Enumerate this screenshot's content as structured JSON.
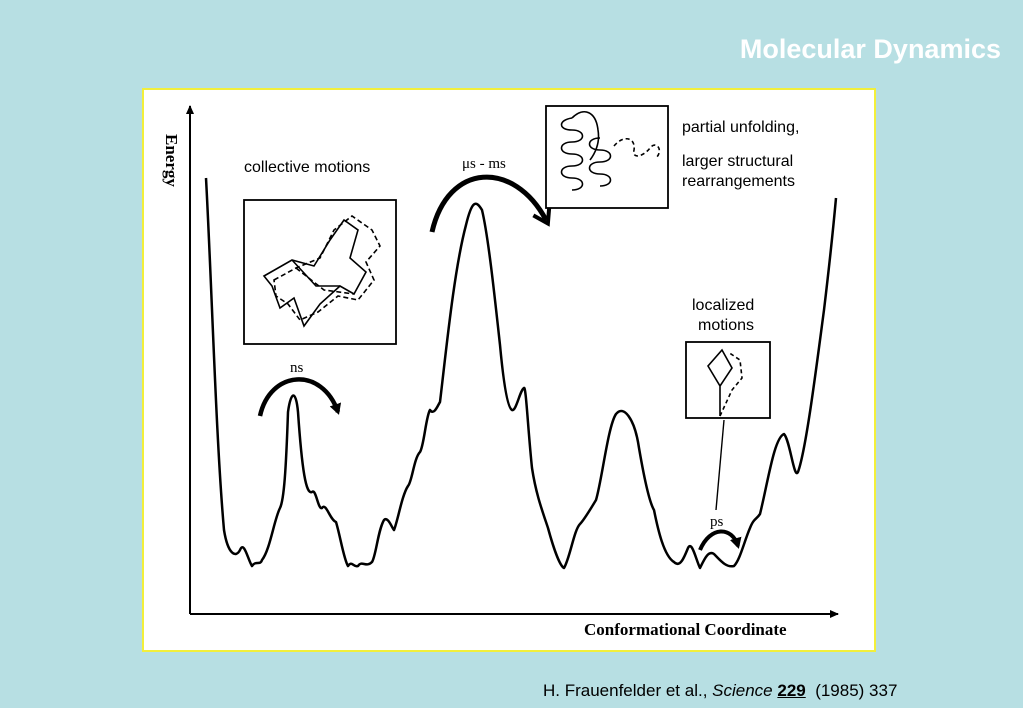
{
  "slide": {
    "title": "Molecular Dynamics"
  },
  "figure": {
    "y_axis_label": "Energy",
    "x_axis_label": "Conformational Coordinate",
    "annotations": {
      "collective": "collective motions",
      "ns": "ns",
      "us_ms": "μs - ms",
      "partial_line1": "partial unfolding,",
      "partial_line2": "larger structural",
      "partial_line3": "rearrangements",
      "localized_line1": "localized",
      "localized_line2": "motions",
      "ps": "ps"
    }
  },
  "citation": {
    "authors": "H. Frauenfelder et al., ",
    "journal": "Science",
    "volume": "229",
    "rest": "(1985) 337"
  }
}
